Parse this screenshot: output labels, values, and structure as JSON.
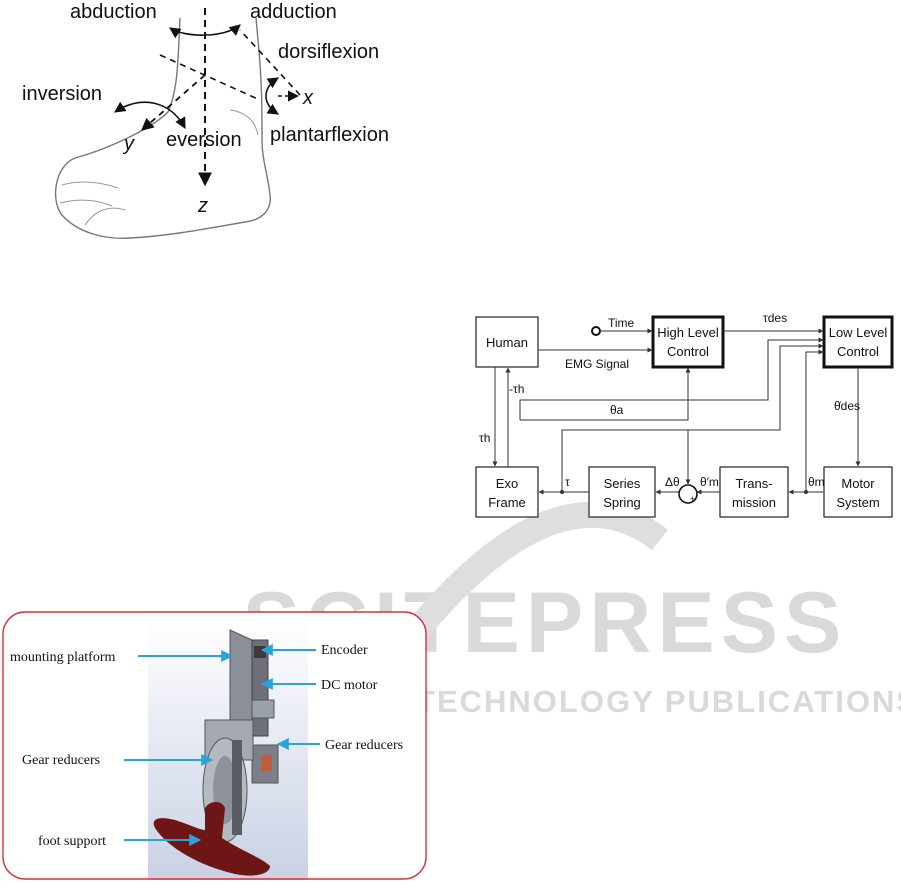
{
  "watermark": {
    "title": "SCITEPRESS",
    "subtitle": "SCIENCE AND TECHNOLOGY PUBLICATIONS"
  },
  "ankle": {
    "labels": {
      "abduction": "abduction",
      "adduction": "adduction",
      "dorsiflexion": "dorsiflexion",
      "inversion": "inversion",
      "eversion": "eversion",
      "plantarflexion": "plantarflexion",
      "x": "x",
      "y": "y",
      "z": "z"
    }
  },
  "control": {
    "blocks": {
      "human": "Human",
      "high_1": "High Level",
      "high_2": "Control",
      "low_1": "Low Level",
      "low_2": "Control",
      "exo_1": "Exo",
      "exo_2": "Frame",
      "spring_1": "Series",
      "spring_2": "Spring",
      "trans_1": "Trans-",
      "trans_2": "mission",
      "motor_1": "Motor",
      "motor_2": "System"
    },
    "signals": {
      "time": "Time",
      "emg": "EMG Signal",
      "tau_des": "τdes",
      "tau_h_neg": "-τh",
      "tau_h": "τh",
      "theta_a": "θa",
      "theta_dot_des": "θ̇des",
      "tau": "τ",
      "delta_theta": "Δθ",
      "theta_m_prime": "θ′m",
      "theta_m": "θm",
      "sum_sign": "+"
    }
  },
  "cad": {
    "labels": {
      "mounting_platform": "mounting platform",
      "encoder": "Encoder",
      "dc_motor": "DC motor",
      "gear_left": "Gear reducers",
      "gear_right": "Gear reducers",
      "foot_support": "foot support"
    },
    "colors": {
      "frame": "#d9303a",
      "pointer": "#29a3dc",
      "foot": "#6e1616"
    }
  }
}
